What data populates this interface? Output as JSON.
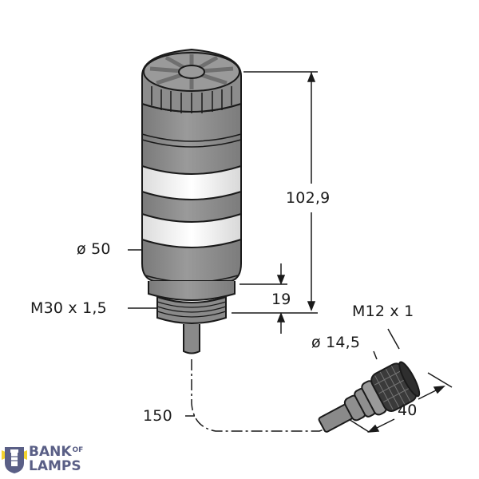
{
  "diagram": {
    "type": "dimensional-drawing",
    "subject": "signal tower light with M12 connector cable",
    "dimensions": {
      "height": "102,9",
      "diameter": "ø 50",
      "thread": "M30 x 1,5",
      "thread_length": "19",
      "cable_length": "150",
      "connector_thread": "M12 x 1",
      "connector_diameter": "ø 14,5",
      "connector_length": "40"
    }
  },
  "watermark": {
    "line1": "BANK",
    "of": "OF",
    "line2": "LAMPS"
  },
  "colors": {
    "body_gray": "#8f8f8f",
    "band_white": "#f2f2f2",
    "outline": "#1a1a1a",
    "logo_navy": "#5a5f86",
    "logo_yellow": "#f2d22e"
  }
}
